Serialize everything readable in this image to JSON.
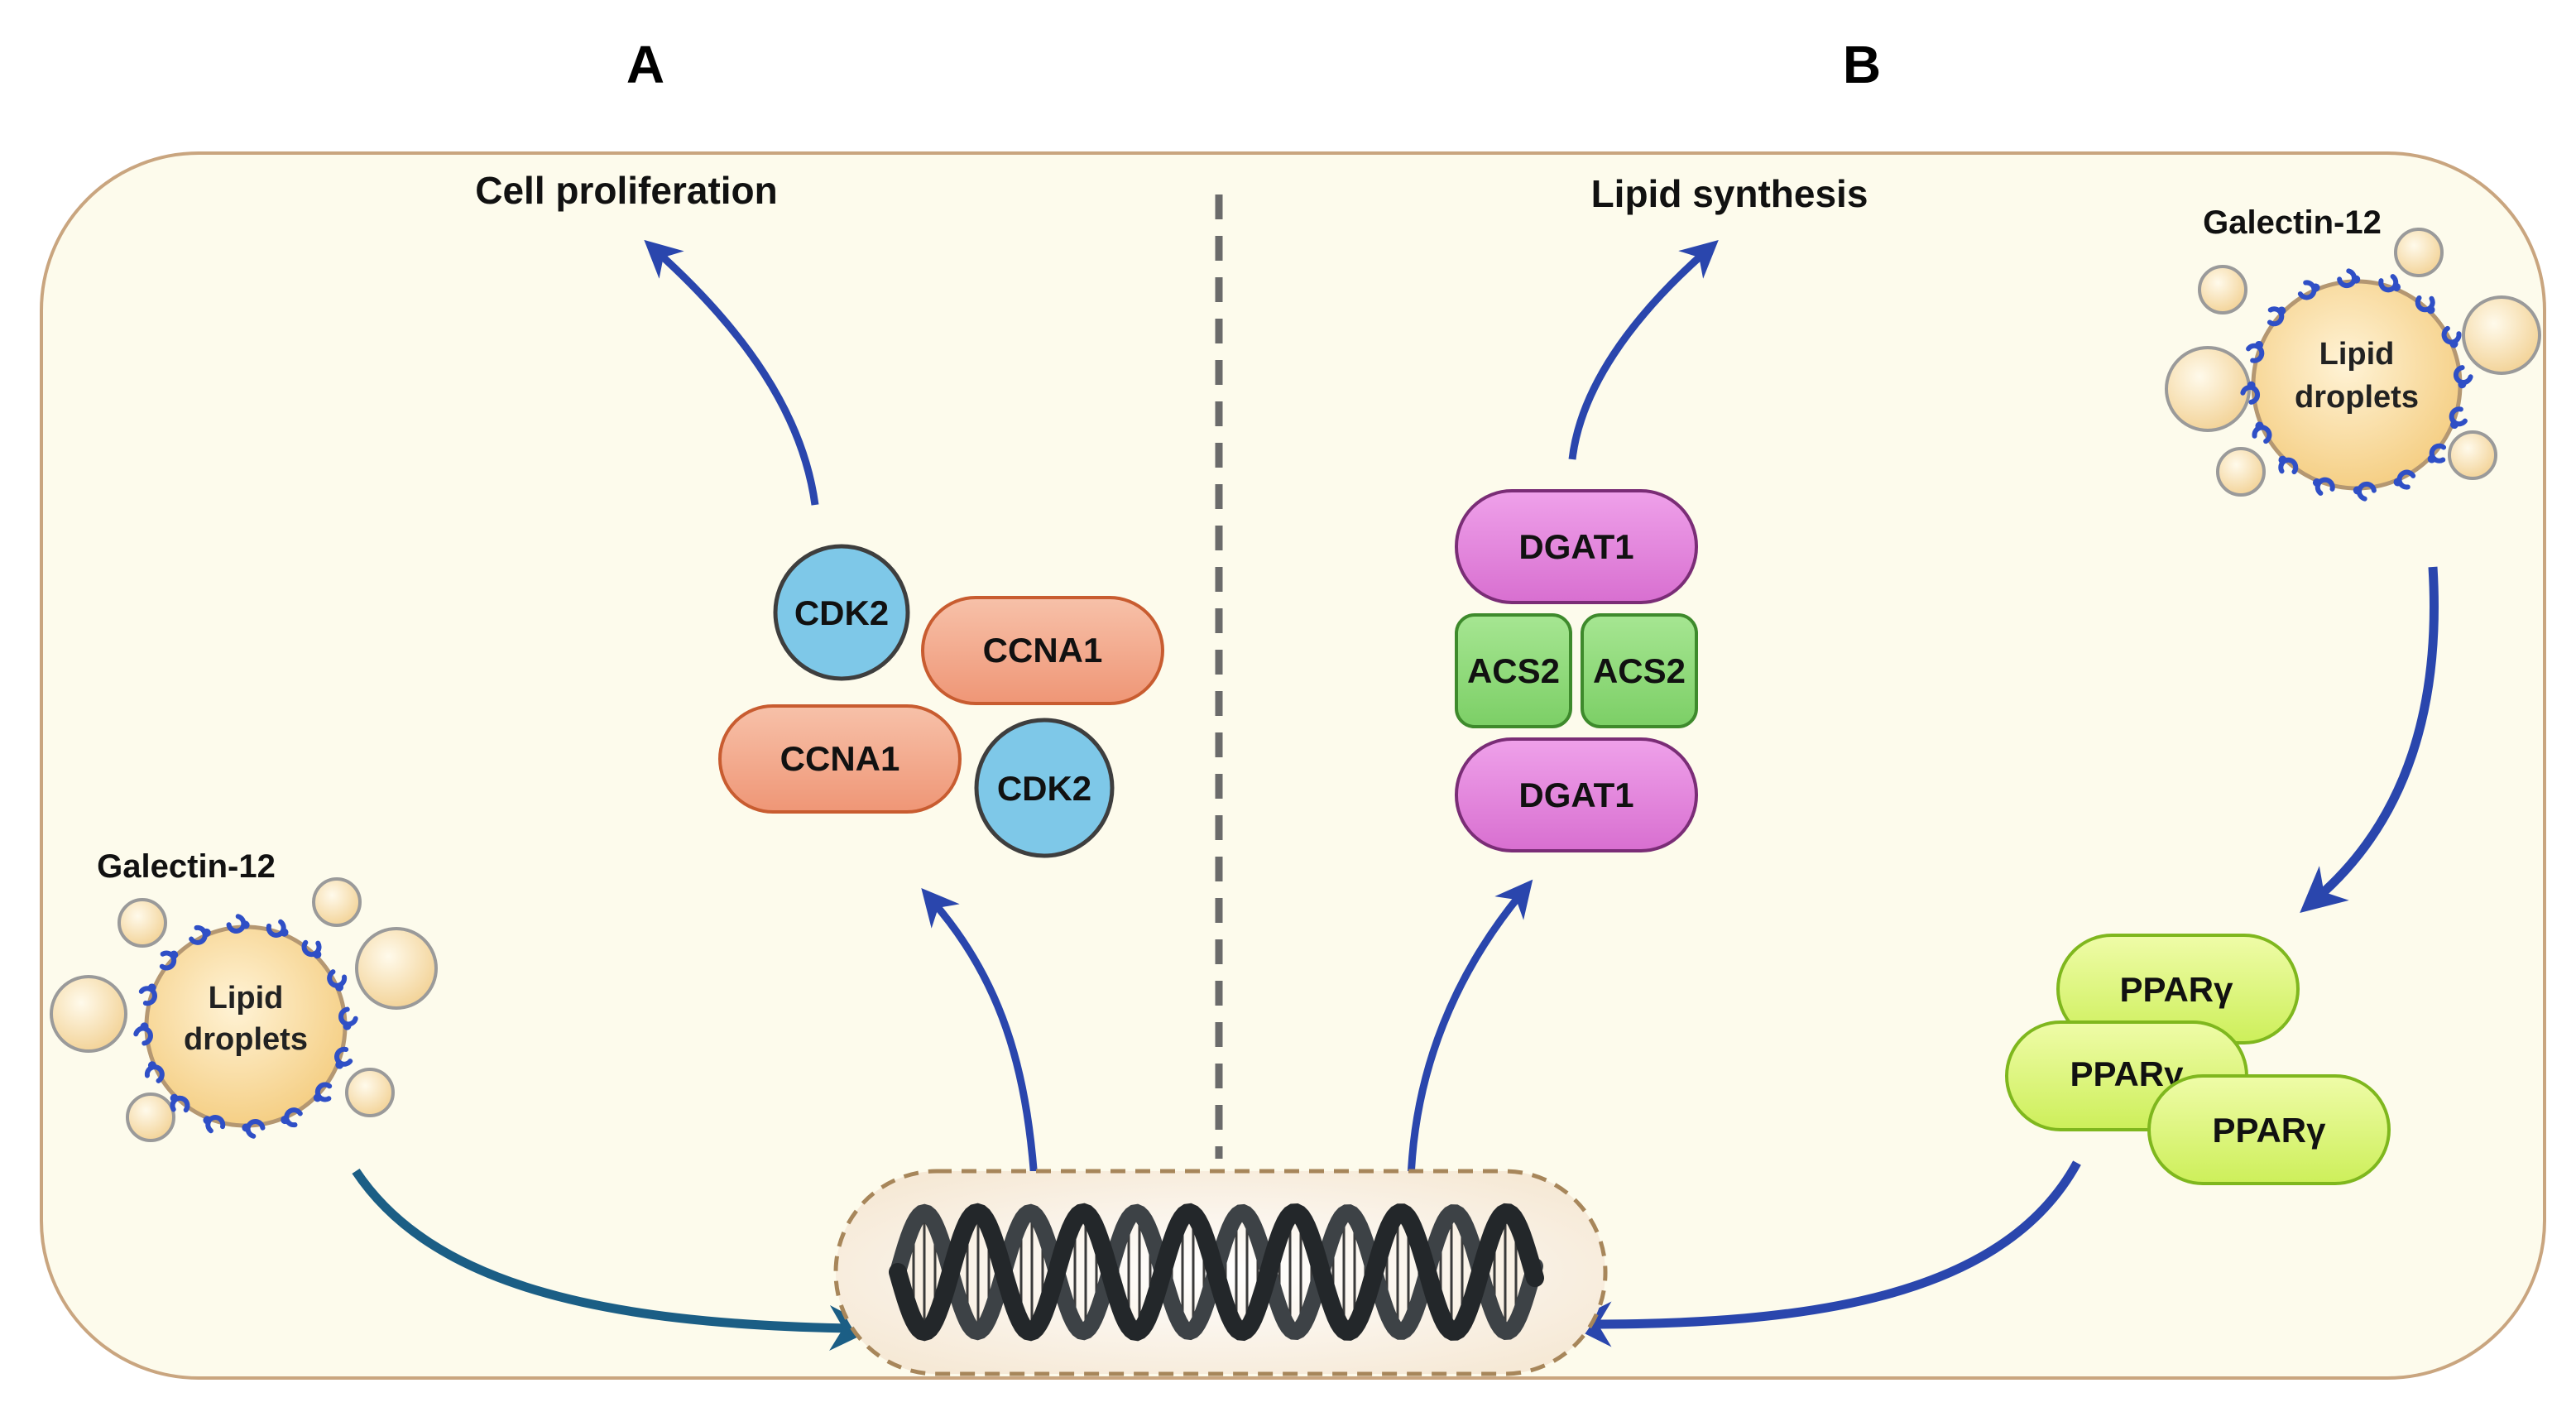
{
  "panels": {
    "a": {
      "letter": "A",
      "process": "Cell proliferation"
    },
    "b": {
      "letter": "B",
      "process": "Lipid synthesis"
    }
  },
  "droplets": {
    "left": {
      "protein": "Galectin-12",
      "line1": "Lipid",
      "line2": "droplets"
    },
    "right": {
      "protein": "Galectin-12",
      "line1": "Lipid",
      "line2": "droplets"
    }
  },
  "proteins": {
    "cdk2_top": "CDK2",
    "ccna1_top": "CCNA1",
    "ccna1_bottom": "CCNA1",
    "cdk2_bottom": "CDK2",
    "dgat1_top": "DGAT1",
    "acs2_left": "ACS2",
    "acs2_right": "ACS2",
    "dgat1_bottom": "DGAT1",
    "ppar_top": "PPARγ",
    "ppar_middle": "PPARγ",
    "ppar_bottom": "PPARγ"
  },
  "colors": {
    "cell_fill": "#fdfbec",
    "cell_stroke": "#c9a57f",
    "arrow": "#2a46ad",
    "arrow_teal": "#1b5e85",
    "cdk2": "#7ec8e8",
    "ccna1": "#f3a687",
    "dgat1": "#e07fd9",
    "acs2": "#8bd877",
    "ppar": "#e0f77d",
    "droplet": "#f9dca0"
  }
}
